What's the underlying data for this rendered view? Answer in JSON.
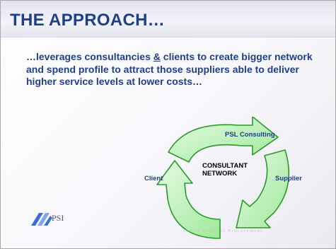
{
  "slide": {
    "title": "THE APPROACH…",
    "body": {
      "part1": "…leverages consultancies ",
      "underlined": "&",
      "part2": " clients to create bigger network and spend profile to attract those suppliers able to deliver higher service levels at lower costs…"
    }
  },
  "diagram": {
    "center_line1": "CONSULTANT",
    "center_line2": "NETWORK",
    "nodes": {
      "top": "PSL Consulting",
      "right": "Supplier",
      "left": "Client"
    }
  },
  "logo": {
    "text": "PSI"
  },
  "tagline": "Your Partner in Procurement",
  "colors": {
    "title_text": "#1f3f8a",
    "arrow_fill": "#b6f2b0",
    "arrow_stroke": "#2a9a2a"
  }
}
